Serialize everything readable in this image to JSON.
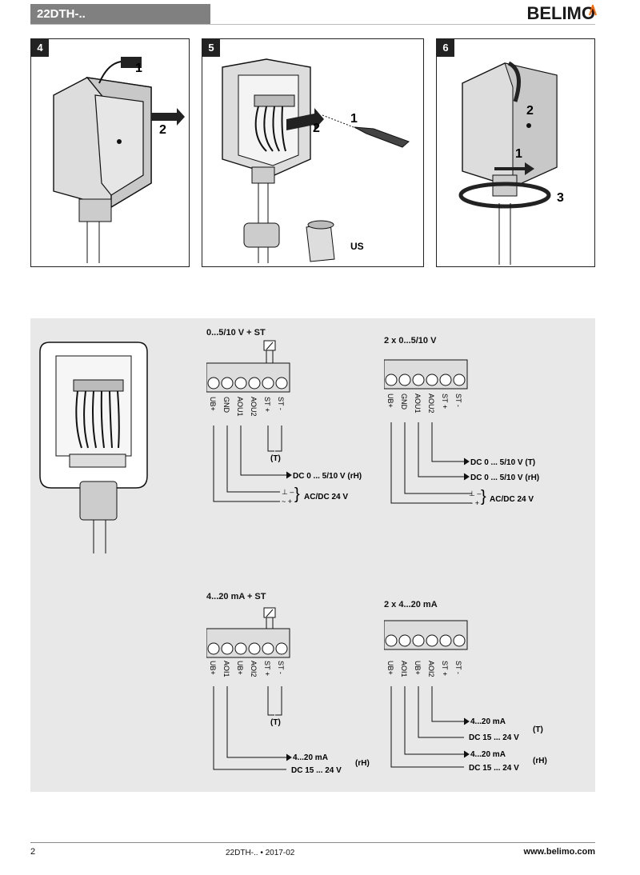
{
  "header": {
    "title": "22DTH-..",
    "brand": "BELIMO"
  },
  "steps": [
    {
      "number": "4",
      "callouts": [
        "1",
        "2"
      ]
    },
    {
      "number": "5",
      "callouts": [
        "1",
        "2"
      ],
      "variant_label": "US"
    },
    {
      "number": "6",
      "callouts": [
        "2",
        "1",
        "3"
      ]
    }
  ],
  "wiring": {
    "top_left": {
      "title": "0...5/10 V + ST",
      "terminals": [
        "UB+",
        "GND",
        "AOU1",
        "AOU2",
        "ST +",
        "ST -"
      ],
      "outputs": [
        "(T)",
        "DC 0 ... 5/10 V (rH)"
      ],
      "supply_lines": [
        "⊥ –",
        "~ +"
      ],
      "supply_label": "AC/DC 24 V"
    },
    "top_right": {
      "title": "2 x 0...5/10 V",
      "terminals": [
        "UB+",
        "GND",
        "AOU1",
        "AOU2",
        "ST +",
        "ST -"
      ],
      "outputs": [
        "DC 0 ... 5/10 V (T)",
        "DC 0 ... 5/10 V (rH)"
      ],
      "supply_lines": [
        "⊥ –",
        "~ +"
      ],
      "supply_label": "AC/DC 24 V"
    },
    "bottom_left": {
      "title": "4...20 mA + ST",
      "terminals": [
        "UB+",
        "AOI1",
        "UB+",
        "AOI2",
        "ST +",
        "ST -"
      ],
      "outputs": [
        "(T)",
        "4...20 mA",
        "DC 15 ... 24 V",
        "(rH)"
      ]
    },
    "bottom_right": {
      "title": "2 x 4...20 mA",
      "terminals": [
        "UB+",
        "AOI1",
        "UB+",
        "AOI2",
        "ST +",
        "ST -"
      ],
      "outputs": [
        "4...20 mA",
        "DC 15 ... 24 V",
        "(T)",
        "4...20 mA",
        "DC 15 ... 24 V",
        "(rH)"
      ]
    }
  },
  "footer": {
    "page": "2",
    "doc": "22DTH-.. • 2017-02",
    "url": "www.belimo.com"
  }
}
